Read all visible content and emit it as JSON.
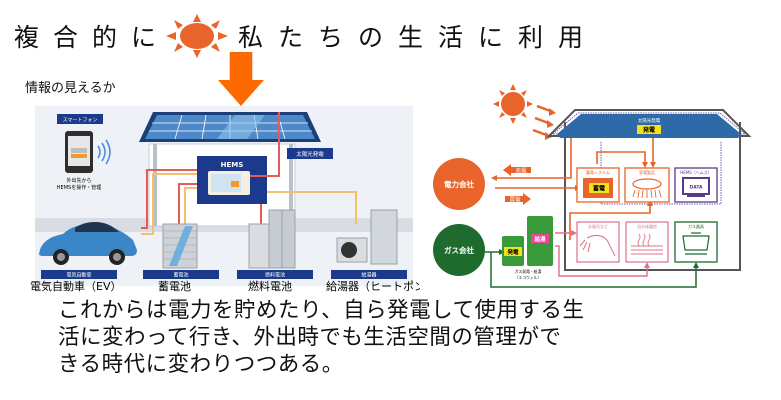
{
  "header": {
    "title_left": "複合的に",
    "title_right": "私たちの生活に利用",
    "icons": [
      "sun-icon",
      "down-arrow-icon"
    ]
  },
  "subtitle": "情報の見えるか",
  "left_diagram": {
    "smartphone_tag": "スマートフォン",
    "smartphone_caption_1": "外出先から",
    "smartphone_caption_2": "HEMSを操作・管理",
    "hems_label": "HEMS",
    "solar_tag": "太陽光発電",
    "device_tags": [
      "電気自動車",
      "蓄電池",
      "燃料電池",
      "給湯器"
    ],
    "device_labels": [
      "電気自動車（EV）",
      "蓄電池",
      "燃料電池",
      "給湯器（ヒートポンプ）"
    ]
  },
  "right_diagram": {
    "roof_label": "太陽光発電",
    "roof_badge": "発電",
    "power_company": "電力会社",
    "gas_company": "ガス会社",
    "sell_label": "売電",
    "buy_label": "買電",
    "storage_title": "蓄電システム",
    "storage_badge": "蓄電",
    "appliance_title": "家電製品",
    "hems_title": "HEMS（ヘムズ）",
    "hems_screen": "DATA",
    "bath_title": "お風呂など",
    "floor_title": "浴水床暖房",
    "gas_appliance_title": "ガス器具",
    "gen_badge": "発電",
    "hotwater_badge": "給湯",
    "ecowill_caption_1": "ガス発電・給湯",
    "ecowill_caption_2": "（エコウィル）"
  },
  "caption_lines": [
    "これからは電力を貯めたり、自ら発電して使用する生",
    "活に変わって行き、外出時でも生活空間の管理がで",
    "きる時代に変わりつつある。"
  ],
  "colors": {
    "orange": "#e8642a",
    "arrow_orange": "#ff6a00",
    "navy": "#1b3a8c",
    "roof_blue": "#2f6aa8",
    "green_dark": "#1f6b2e",
    "green": "#3a9a3a",
    "pink": "#e0708a",
    "purple": "#5a3a8a",
    "yellow": "#f4e11a"
  }
}
